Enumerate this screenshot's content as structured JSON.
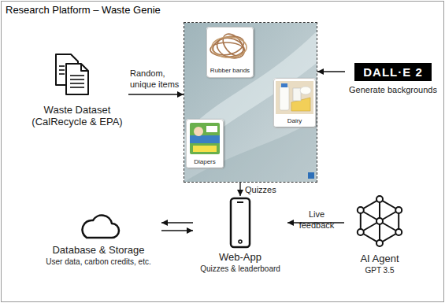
{
  "diagram": {
    "title": "Research Platform – Waste Genie",
    "nodes": [
      {
        "text": [
          "Waste Dataset (CalRecycle & EPA)"
        ]
      },
      {
        "text": []
      },
      {
        "text": [
          "Rubber bands"
        ],
        "in": 1
      },
      {
        "text": [
          "Dairy"
        ],
        "in": 1
      },
      {
        "text": [
          "Diapers"
        ],
        "in": 1
      },
      {
        "text": [
          "DALL·E 2",
          "Generate backgrounds"
        ]
      },
      {
        "text": [
          "Database & Storage",
          "User data, carbon credits, etc."
        ]
      },
      {
        "text": [
          "Web-App",
          "Quizzes & leaderboard"
        ]
      },
      {
        "text": [
          "AI Agent",
          "GPT 3.5"
        ]
      }
    ],
    "edges": [
      {
        "from": 0,
        "to": 1,
        "label": "Random, unique items",
        "arrow": "to"
      },
      {
        "from": 5,
        "to": 1,
        "arrow": "to"
      },
      {
        "from": 1,
        "to": 7,
        "label": "Quizzes",
        "arrow": "to"
      },
      {
        "from": 7,
        "to": 6,
        "arrow": "to"
      },
      {
        "from": 6,
        "to": 7,
        "arrow": "to"
      },
      {
        "from": 8,
        "to": 7,
        "label": "Live feedback",
        "arrow": "to"
      }
    ]
  }
}
